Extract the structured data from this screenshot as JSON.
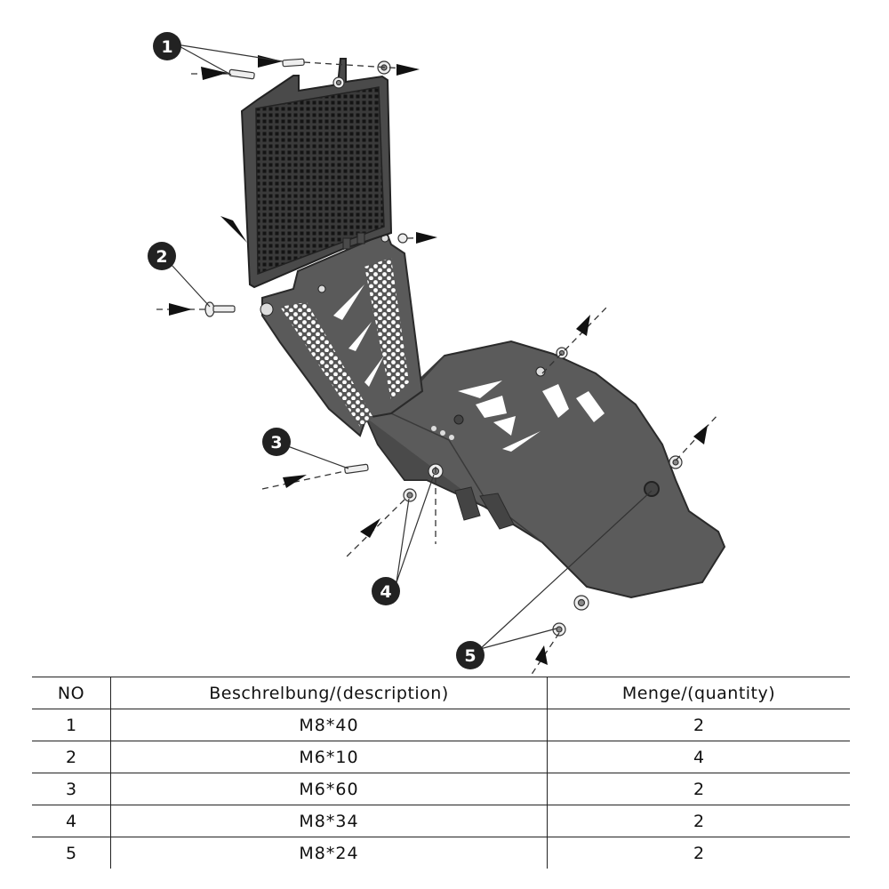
{
  "callouts": [
    "1",
    "2",
    "3",
    "4",
    "5"
  ],
  "table": {
    "headers": [
      "NO",
      "Beschrelbung/(description)",
      "Menge/(quantity)"
    ],
    "rows": [
      {
        "no": "1",
        "description": "M8*40",
        "quantity": "2"
      },
      {
        "no": "2",
        "description": "M6*10",
        "quantity": "4"
      },
      {
        "no": "3",
        "description": "M6*60",
        "quantity": "2"
      },
      {
        "no": "4",
        "description": "M8*34",
        "quantity": "2"
      },
      {
        "no": "5",
        "description": "M8*24",
        "quantity": "2"
      }
    ]
  }
}
